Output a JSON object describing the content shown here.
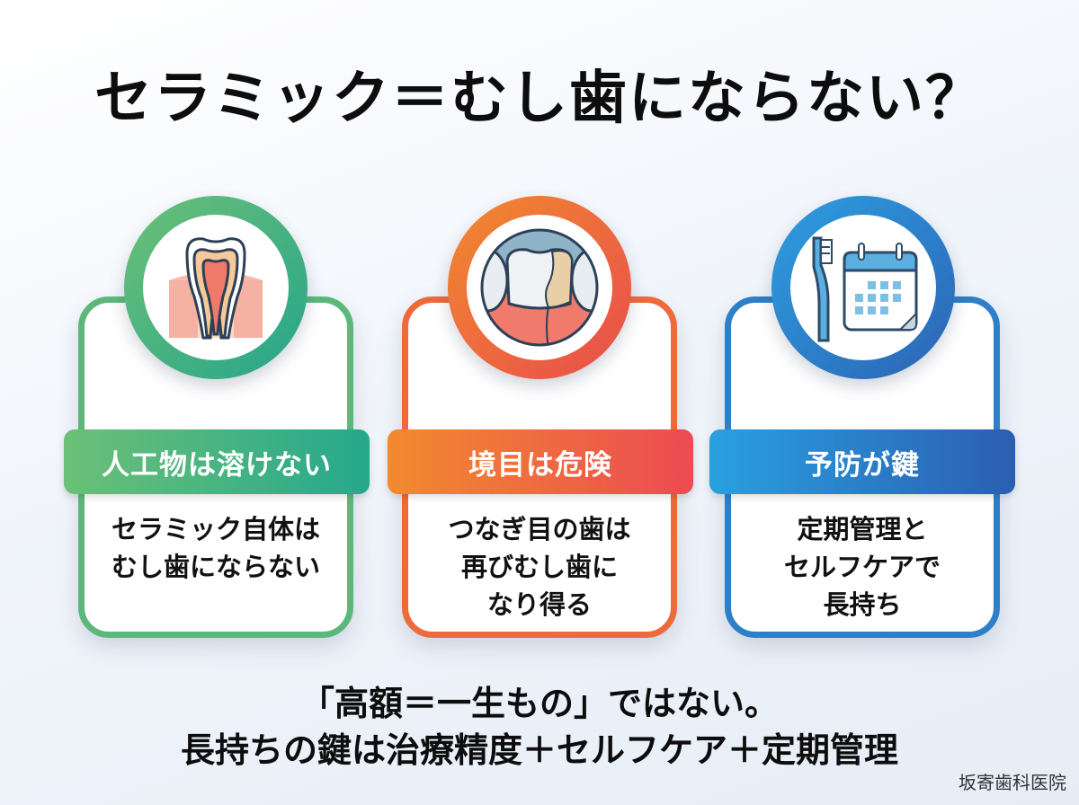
{
  "title": "セラミック＝むし歯にならない？",
  "cards": [
    {
      "theme": "green",
      "icon": "tooth-cross-section-icon",
      "heading": "人工物は溶けない",
      "body": [
        "セラミック自体は",
        "むし歯にならない"
      ],
      "colors": {
        "start": "#6cc077",
        "end": "#25a88c"
      }
    },
    {
      "theme": "orange",
      "icon": "restored-tooth-margin-icon",
      "heading": "境目は危険",
      "body": [
        "つなぎ目の歯は",
        "再びむし歯に",
        "なり得る"
      ],
      "colors": {
        "start": "#f28a2e",
        "end": "#ec4b52"
      }
    },
    {
      "theme": "blue",
      "icon": "toothbrush-calendar-icon",
      "heading": "予防が鍵",
      "body": [
        "定期管理と",
        "セルフケアで",
        "長持ち"
      ],
      "colors": {
        "start": "#2aa0e0",
        "end": "#2b5eb1"
      }
    }
  ],
  "footer": {
    "line1": "「高額＝一生もの」ではない。",
    "line2": "長持ちの鍵は治療精度＋セルフケア＋定期管理"
  },
  "clinic_name": "坂寄歯科医院"
}
